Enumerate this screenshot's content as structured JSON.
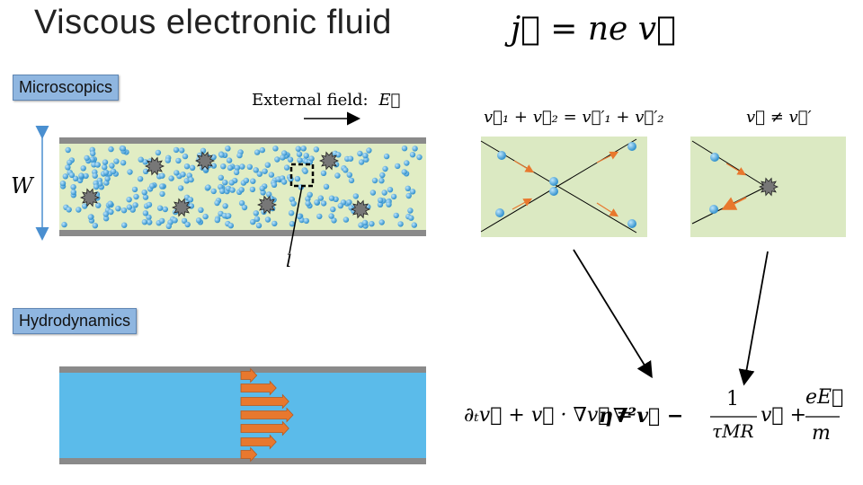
{
  "title": "Viscous electronic fluid",
  "current_eq": "j⃗ = ne v⃗",
  "labels": {
    "microscopics": "Microscopics",
    "hydrodynamics": "Hydrodynamics",
    "external_field": "External field:",
    "field_symbol": "E⃗",
    "width_symbol": "W",
    "mean_free_path": "l"
  },
  "collisions": {
    "momentum_conserving": "v⃗₁ + v⃗₂ = v⃗′₁ + v⃗′₂",
    "momentum_relaxing": "v⃗ ≠ v⃗′"
  },
  "navier_stokes": {
    "lhs": "∂ₜv⃗ + v⃗ · ∇v⃗ =",
    "viscous": "η∇²v⃗ −",
    "relax_num": "1",
    "relax_den": "τMR",
    "relax_tail": "v⃗ +",
    "force_num": "eE⃗",
    "force_den": "m"
  },
  "colors": {
    "channel_bg": "#e1edc4",
    "wall": "#8a8a8a",
    "electron": "#3e9fd6",
    "impurity": "#777777",
    "fluid": "#5bbbea",
    "flow_arrow": "#e8782e",
    "collision_bg": "#dbe9c2",
    "box_bg": "#8fb6e0"
  }
}
